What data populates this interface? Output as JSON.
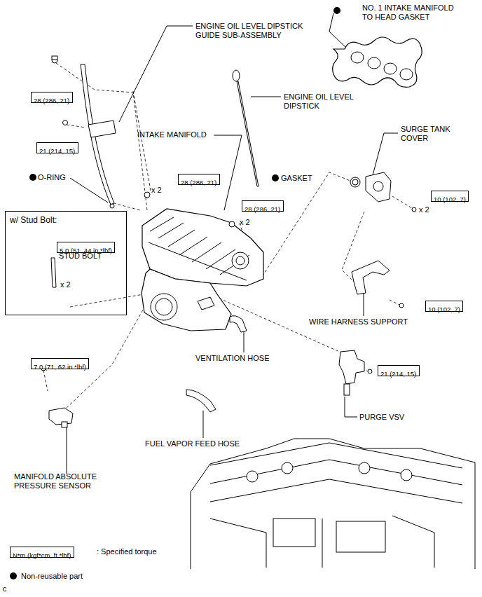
{
  "diagram": {
    "nodes": [
      {
        "text": [
          "28 (286, 21)"
        ]
      },
      {
        "text": [
          "21 (214, 15)"
        ]
      },
      {
        "text": [
          "28 (286, 21)"
        ]
      },
      {
        "text": [
          "28 (286, 21)"
        ]
      },
      {
        "text": [
          "10 (102, 7)"
        ]
      },
      {
        "text": [
          "w/ Stud Bolt:"
        ]
      },
      {
        "text": [
          "5.0 (51, 44 in.*lbf)"
        ],
        "in": 5
      },
      {
        "text": [
          "10 (102, 7)"
        ]
      },
      {
        "text": [
          "7.0 (71, 62 in.*lbf)"
        ]
      },
      {
        "text": [
          "21 (214, 15)"
        ]
      },
      {
        "text": [
          "N*m (kgf*cm, ft.*lbf)"
        ]
      }
    ],
    "labels": [
      "ENGINE OIL LEVEL DIPSTICK GUIDE SUB-ASSEMBLY",
      "NO. 1 INTAKE MANIFOLD TO HEAD GASKET",
      "ENGINE OIL LEVEL DIPSTICK",
      "INTAKE MANIFOLD",
      "O-RING",
      "x 2",
      "GASKET",
      "SURGE TANK COVER",
      "x 2",
      "x 2",
      "STUD BOLT",
      "x 2",
      "WIRE HARNESS SUPPORT",
      "VENTILATION HOSE",
      "PURGE VSV",
      "FUEL VAPOR FEED HOSE",
      "MANIFOLD ABSOLUTE PRESSURE SENSOR",
      "c"
    ],
    "legend": [
      {
        "text": ": Specified torque"
      },
      {
        "text": "Non-reusable part"
      }
    ]
  }
}
